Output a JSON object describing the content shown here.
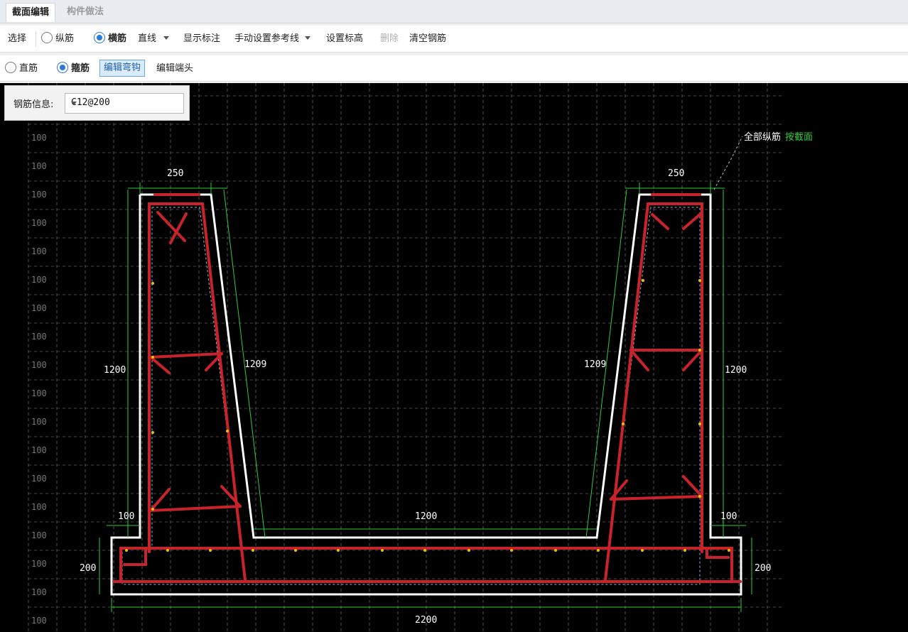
{
  "tabs": [
    "截面编辑",
    "构件做法"
  ],
  "toolbar1": {
    "select": "选择",
    "longitudinal": "纵筋",
    "transverse": "横筋",
    "line_mode": "直线",
    "show_dims": "显示标注",
    "manual_ref": "手动设置参考线",
    "set_elev": "设置标高",
    "delete": "删除",
    "clear": "清空钢筋"
  },
  "toolbar2": {
    "straight": "直筋",
    "stirrup": "箍筋",
    "edit_hook": "编辑弯钩",
    "edit_end": "编辑端头"
  },
  "rebar_info": {
    "label": "钢筋信息:",
    "value": "C12@200"
  },
  "annotation": {
    "all_long": "全部纵筋",
    "by_section": "按截面"
  },
  "grid_label": "100",
  "dims": {
    "top_left": "250",
    "top_right": "250",
    "h_left": "1200",
    "h_right": "1200",
    "slope_left": "1209",
    "slope_right": "1209",
    "bottom_inner": "1200",
    "step_left": "100",
    "step_right": "100",
    "base_left": "200",
    "base_right": "200",
    "total": "2200"
  },
  "colors": {
    "rebar": "#c8232a",
    "outline": "#ffffff",
    "dim": "#2ecc40",
    "grid": "#8a8a8a",
    "highlight": "#2a7ad7"
  }
}
